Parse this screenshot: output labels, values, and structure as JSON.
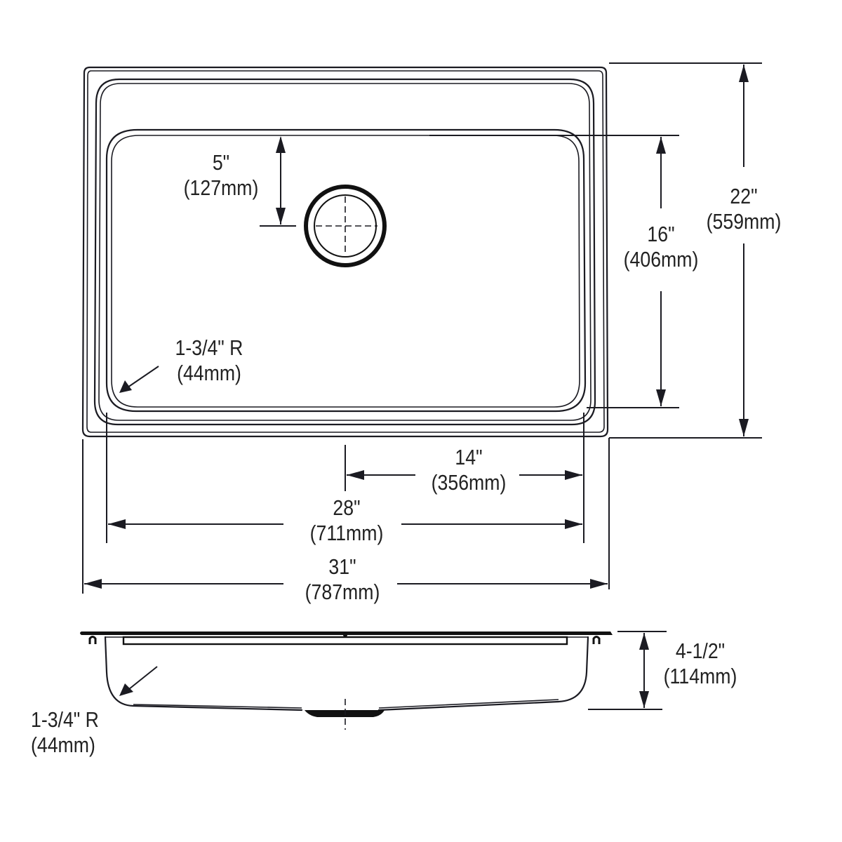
{
  "diagram": {
    "type": "technical-drawing",
    "subject": "single-bowl drop-in kitchen sink",
    "views": [
      "top-view",
      "side-section-view"
    ],
    "line_color": "#1b1b22",
    "background": "#ffffff"
  },
  "dimensions": {
    "drain_offset": {
      "imperial": "5\"",
      "metric": "(127mm)"
    },
    "bowl_length": {
      "imperial": "16\"",
      "metric": "(406mm)"
    },
    "overall_front_to_back": {
      "imperial": "22\"",
      "metric": "(559mm)"
    },
    "corner_radius_top": {
      "imperial": "1-3/4\" R",
      "metric": "(44mm)"
    },
    "drain_to_bowl_edge": {
      "imperial": "14\"",
      "metric": "(356mm)"
    },
    "bowl_width": {
      "imperial": "28\"",
      "metric": "(711mm)"
    },
    "overall_width": {
      "imperial": "31\"",
      "metric": "(787mm)"
    },
    "bowl_depth": {
      "imperial": "4-1/2\"",
      "metric": "(114mm)"
    },
    "corner_radius_side": {
      "imperial": "1-3/4\" R",
      "metric": "(44mm)"
    }
  }
}
